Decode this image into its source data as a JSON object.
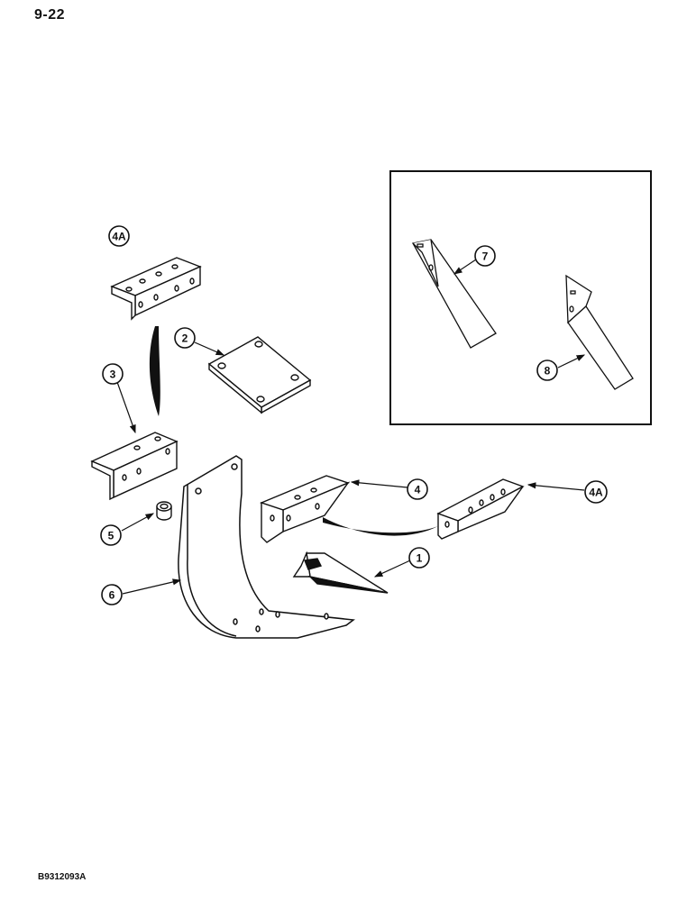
{
  "page": {
    "number": "9-22",
    "figure_code": "B9312093A"
  },
  "callouts": [
    {
      "id": "c-4a-top",
      "label": "4A"
    },
    {
      "id": "c-2",
      "label": "2"
    },
    {
      "id": "c-3",
      "label": "3"
    },
    {
      "id": "c-4",
      "label": "4"
    },
    {
      "id": "c-4a-right",
      "label": "4A"
    },
    {
      "id": "c-5",
      "label": "5"
    },
    {
      "id": "c-1",
      "label": "1"
    },
    {
      "id": "c-6",
      "label": "6"
    },
    {
      "id": "c-7",
      "label": "7"
    },
    {
      "id": "c-8",
      "label": "8"
    }
  ]
}
